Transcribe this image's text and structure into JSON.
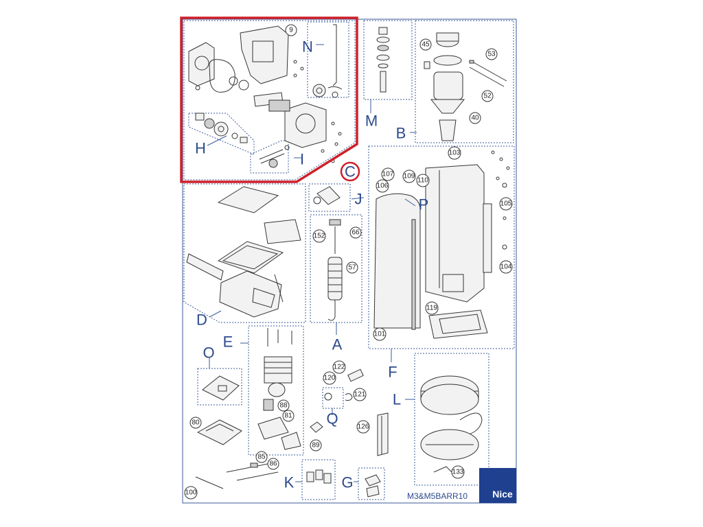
{
  "diagram": {
    "model_code": "M3&M5BARR10",
    "brand": "Nice",
    "highlighted_group": "C",
    "group_letters": [
      "N",
      "H",
      "I",
      "M",
      "B",
      "C",
      "J",
      "P",
      "D",
      "A",
      "F",
      "E",
      "O",
      "L",
      "Q",
      "K",
      "G"
    ],
    "part_numbers": [
      "9",
      "45",
      "53",
      "52",
      "40",
      "103",
      "107",
      "109",
      "110",
      "106",
      "105",
      "152",
      "66",
      "57",
      "104",
      "119",
      "101",
      "122",
      "120",
      "121",
      "88",
      "81",
      "80",
      "89",
      "126",
      "85",
      "86",
      "100",
      "133"
    ],
    "colors": {
      "frame": "#3a5a9a",
      "callout": "#d0202a",
      "logo_bg": "#1f3f8f"
    }
  }
}
